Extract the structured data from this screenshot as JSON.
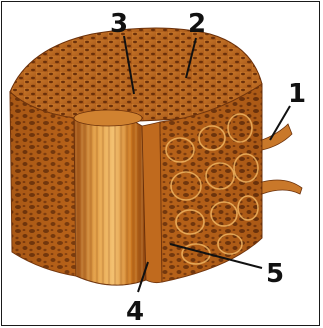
{
  "diagram": {
    "callouts": [
      {
        "id": "1",
        "text": "1"
      },
      {
        "id": "2",
        "text": "2"
      },
      {
        "id": "3",
        "text": "3"
      },
      {
        "id": "4",
        "text": "4"
      },
      {
        "id": "5",
        "text": "5"
      }
    ]
  },
  "colors": {
    "bone_light": "#d98a2e",
    "bone_mid": "#b8641a",
    "bone_dark": "#7a3a0c",
    "pore": "#5a2808",
    "highlight": "#f0b460",
    "outline": "#1a1a1a"
  }
}
